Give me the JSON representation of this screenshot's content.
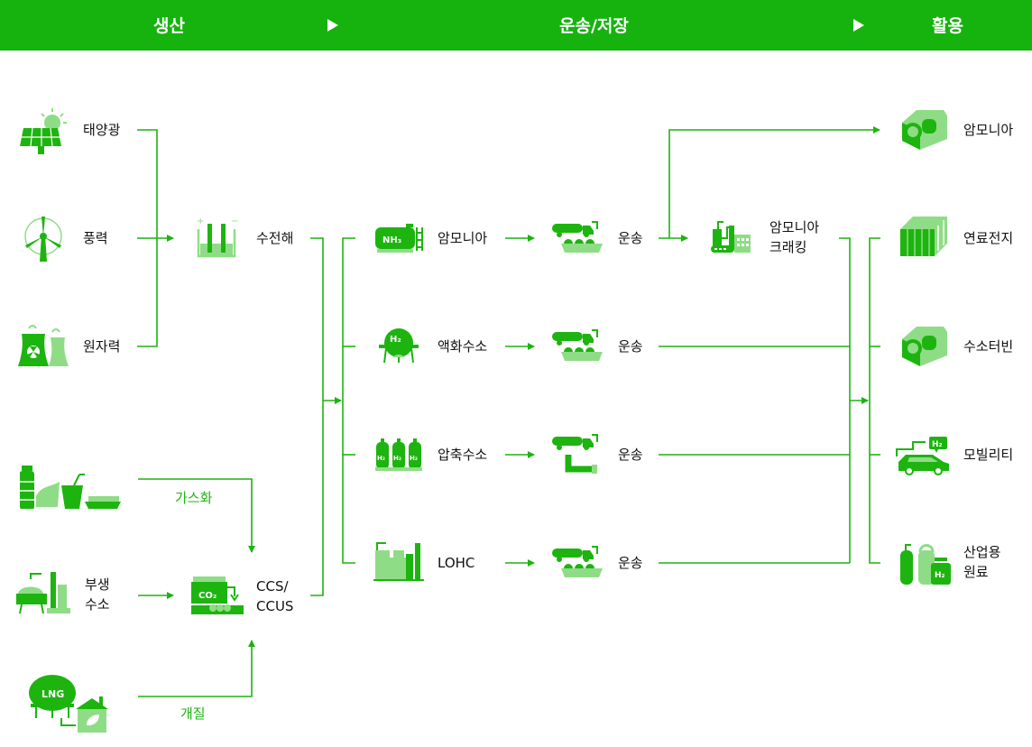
{
  "header": {
    "stage1": "생산",
    "stage2": "운송/저장",
    "stage3": "활용"
  },
  "production": {
    "solar": "태양광",
    "wind": "풍력",
    "nuclear": "원자력",
    "electrolysis": "수전해",
    "byproduct_line1": "부생",
    "byproduct_line2": "수소",
    "ccs_line1": "CCS/",
    "ccs_line2": "CCUS",
    "gasification": "가스화",
    "reforming": "개질"
  },
  "storage": {
    "ammonia": "암모니아",
    "liquid": "액화수소",
    "compressed": "압축수소",
    "lohc": "LOHC",
    "transport": "운송",
    "cracking_line1": "암모니아",
    "cracking_line2": "크래킹"
  },
  "usage": {
    "ammonia": "암모니아",
    "fuel_cell": "연료전지",
    "turbine": "수소터빈",
    "mobility": "모빌리티",
    "industrial_line1": "산업용",
    "industrial_line2": "원료"
  },
  "icon_text": {
    "nh3": "NH₃",
    "h2": "H₂",
    "co2": "CO₂",
    "lng": "LNG"
  },
  "colors": {
    "brand_green": "#16b20e",
    "icon_green": "#1db40f",
    "icon_light": "#8fdc86"
  }
}
